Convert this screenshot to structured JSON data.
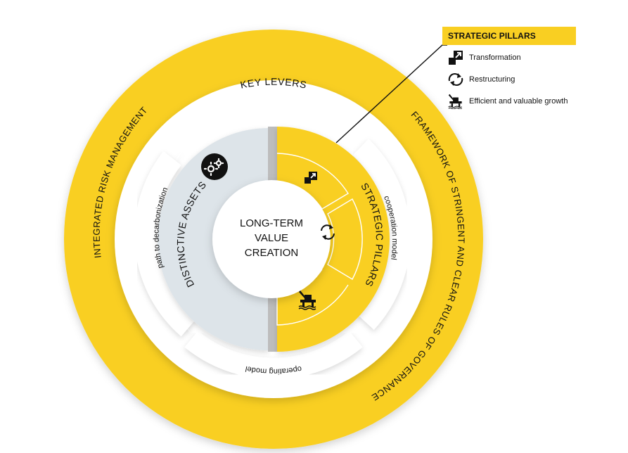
{
  "colors": {
    "yellow": "#f9cf22",
    "grey_panel": "#dde4e9",
    "divider": "#bdbdbd",
    "white": "#ffffff",
    "text": "#111111"
  },
  "center": {
    "line1": "LONG-TERM",
    "line2": "VALUE",
    "line3": "CREATION"
  },
  "outer_ring": {
    "left_label": "INTEGRATED RISK MANAGEMENT",
    "right_label": "FRAMEWORK OF STRINGENT AND CLEAR RULES OF GOVERNANCE"
  },
  "key_levers": {
    "title": "KEY LEVERS",
    "left_label": "path to decarbonization",
    "right_label": "cooperation model",
    "bottom_label": "operating model"
  },
  "distinctive_assets": {
    "label": "DISTINCTIVE ASSETS",
    "icon": "gears-icon"
  },
  "strategic_pillars": {
    "label": "STRATEGIC PILLARS",
    "segments": [
      {
        "icon": "transformation-icon"
      },
      {
        "icon": "restructuring-icon"
      },
      {
        "icon": "offshore-platform-icon"
      }
    ]
  },
  "legend": {
    "title": "STRATEGIC PILLARS",
    "items": [
      {
        "icon": "transformation-icon",
        "label": "Transformation"
      },
      {
        "icon": "restructuring-icon",
        "label": "Restructuring"
      },
      {
        "icon": "offshore-platform-icon",
        "label": "Efficient and valuable growth"
      }
    ]
  }
}
